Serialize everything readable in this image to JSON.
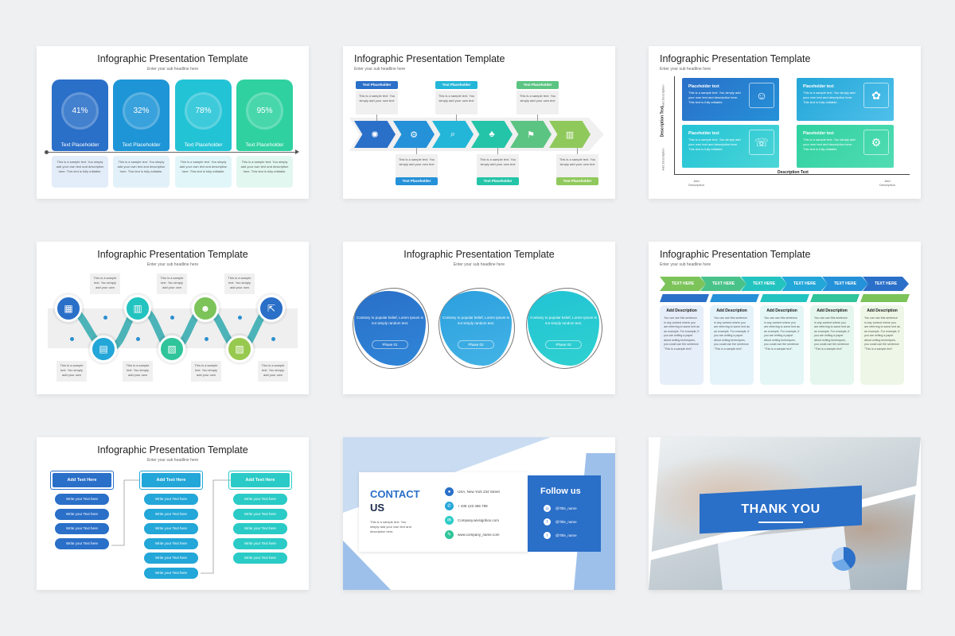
{
  "common": {
    "title": "Infographic Presentation Template",
    "subtitle": "Enter your sub headline here"
  },
  "slide1": {
    "cards": [
      {
        "pct": "41%",
        "label": "Text Placeholder",
        "color": "#2a6fc8"
      },
      {
        "pct": "32%",
        "label": "Text Placeholder",
        "color": "#1e95d6"
      },
      {
        "pct": "78%",
        "label": "Text Placeholder",
        "color": "#23c3d6"
      },
      {
        "pct": "95%",
        "label": "Text Placeholder",
        "color": "#2fd1a0"
      }
    ],
    "desc": "This is a sample text. You simply add your own text and description here. This text is fully editable."
  },
  "slide2": {
    "tag": "Text Placeholder",
    "box_text": "This is a sample text. You simply add your own text",
    "colors": [
      "#2a6fc8",
      "#2591d8",
      "#23b6d8",
      "#24c4a8",
      "#5cc482",
      "#8fc95b"
    ],
    "icons": [
      "✺",
      "⚙",
      "⌕",
      "♣",
      "⚑",
      "▥"
    ]
  },
  "slide3": {
    "ph": "Placeholder text",
    "txt": "This is a sample text. You simply add your own text and description here. This text is fully editable.",
    "y_axis": "Description Text",
    "x_axis": "Description Text",
    "add_desc": "Add Description",
    "add": "Add",
    "description": "Description",
    "icons": [
      "☺",
      "✿",
      "☏",
      "⚙"
    ]
  },
  "slide4": {
    "text": "This is a sample text. You simply add your own",
    "icons": [
      "▦",
      "▤",
      "▥",
      "▧",
      "☻",
      "▨",
      "⇱"
    ],
    "colors": [
      "#2a6fc8",
      "#23a6d8",
      "#23c3c0",
      "#2fc49a",
      "#7cc35a",
      "#98c94f",
      "#2a6fc8"
    ]
  },
  "slide5": {
    "text": "Contrary to popular belief, Lorem Ipsum is not simply random text.",
    "phases": [
      "Phase 01",
      "Phase 02",
      "Phase 03"
    ]
  },
  "slide6": {
    "arrow": "TEXT HERE",
    "heading": "Add Description",
    "body": "You can use this sentence in any context where you are referring to some text as an example. For example, if you are writing a paper about writing techniques, you could use the sentence \"This is a sample text\".",
    "arrow_colors": [
      "#7cc35a",
      "#49c28a",
      "#23c3c0",
      "#23a6d8",
      "#2591d8",
      "#2a6fc8"
    ],
    "col_colors": [
      "#e6eef9",
      "#e4f3fa",
      "#e4f6f6",
      "#e5f6ef",
      "#eef7e7"
    ],
    "bar_colors": [
      "#2a6fc8",
      "#2591d8",
      "#23c3c0",
      "#2fc49a",
      "#7cc35a"
    ]
  },
  "slide7": {
    "header": "Add Text Here",
    "item": "Write your Text here",
    "colors": [
      "#2a6fc8",
      "#23a6d8",
      "#2acbc6"
    ]
  },
  "slide8": {
    "contact": "CONTACT",
    "us": "US",
    "body": "This is a sample text. You simply add your own text and description here.",
    "address": "USA, New York 234 Street",
    "phone": "+ 435 123 456 789",
    "email": "Company.wixsignbox.com",
    "web": "www.company_name.com",
    "follow": "Follow us",
    "social": [
      "@Title_name",
      "@Title_name",
      "@Title_name"
    ]
  },
  "slide9": {
    "thanks": "THANK YOU"
  }
}
